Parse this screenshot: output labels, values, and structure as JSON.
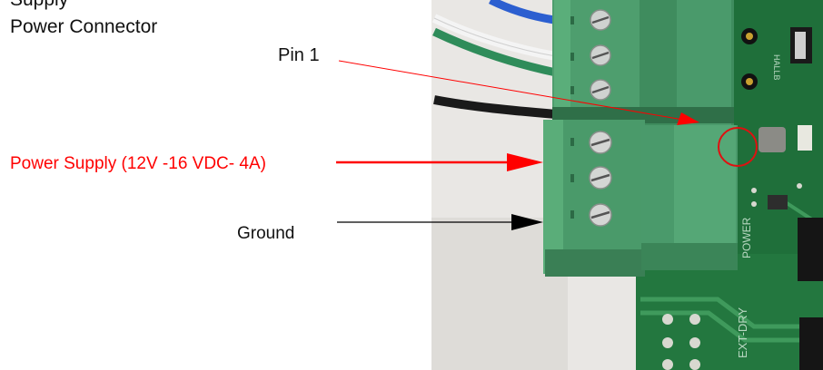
{
  "figure": {
    "top_partial_text": "Supply",
    "title": "Power Connector",
    "labels": {
      "pin1": "Pin 1",
      "power_supply": "Power Supply (12V -16 VDC- 4A)",
      "ground": "Ground"
    },
    "board_silkscreen": [
      "POWER",
      "EXT-DRY",
      "HALLB"
    ],
    "colors": {
      "power_label": "#ff0000",
      "pin1_arrow": "#ff0000",
      "highlight_circle": "#e01010",
      "ground_arrow": "#000000",
      "connector_green": "#4e9e6e",
      "pcb_green": "#1f6f3a",
      "background_wall": "#e9e7e4"
    },
    "icons": [
      "screw-terminal-icon",
      "highlight-circle-icon"
    ]
  }
}
